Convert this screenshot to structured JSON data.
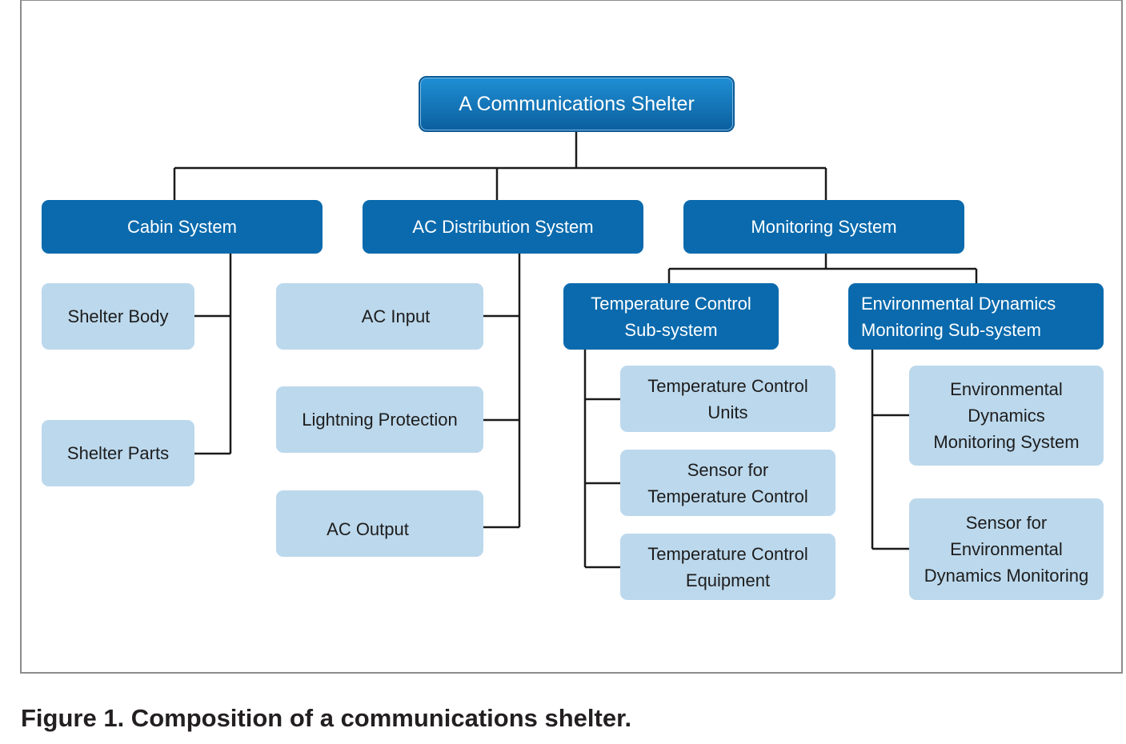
{
  "root": "A Communications Shelter",
  "systems": {
    "cabin": "Cabin System",
    "ac": "AC Distribution System",
    "monitoring": "Monitoring System"
  },
  "cabin_items": [
    "Shelter Body",
    "Shelter Parts"
  ],
  "ac_items": [
    "AC Input",
    "Lightning Protection",
    "AC Output"
  ],
  "subsystems": {
    "temperature": "Temperature Control\nSub-system",
    "environmental": "Environmental Dynamics\nMonitoring Sub-system"
  },
  "temperature_items": [
    "Temperature Control\nUnits",
    "Sensor for\nTemperature Control",
    "Temperature Control\nEquipment"
  ],
  "environmental_items": [
    "Environmental\nDynamics\nMonitoring System",
    "Sensor for\nEnvironmental\nDynamics Monitoring"
  ],
  "caption": "Figure 1. Composition of a communications shelter.",
  "colors": {
    "dark_box": "#0a6aad",
    "light_box": "#bcd8ec",
    "line": "#1a1a1a"
  }
}
